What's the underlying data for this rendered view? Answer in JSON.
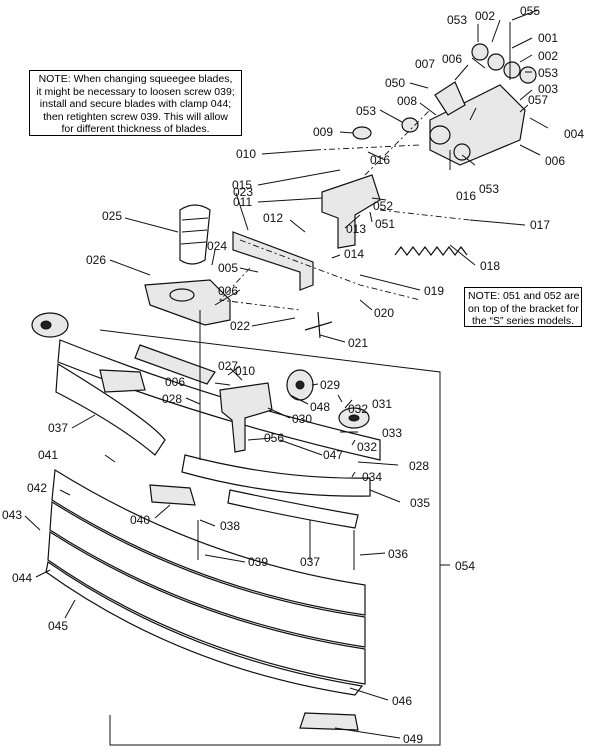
{
  "notes": {
    "main": [
      "NOTE: When changing squeegee blades,",
      "it might be necessary to loosen screw 039;",
      "install and secure blades with clamp 044;",
      "then retighten screw 039. This will allow",
      "for different thickness of blades."
    ],
    "bracket": [
      "NOTE: 051 and 052 are",
      "on top of the bracket for",
      "the “S” series models."
    ]
  },
  "labels": {
    "p001": "001",
    "p002a": "002",
    "p002b": "002",
    "p003": "003",
    "p004": "004",
    "p005": "005",
    "p006a": "006",
    "p006b": "006",
    "p006c": "006",
    "p006d": "006",
    "p007": "007",
    "p008": "008",
    "p009": "009",
    "p010a": "010",
    "p010b": "010",
    "p011": "011",
    "p012": "012",
    "p013": "013",
    "p014": "014",
    "p015": "015",
    "p016a": "016",
    "p016b": "016",
    "p017": "017",
    "p018": "018",
    "p019": "019",
    "p020": "020",
    "p021": "021",
    "p022": "022",
    "p023": "023",
    "p024": "024",
    "p025": "025",
    "p026": "026",
    "p027": "027",
    "p028a": "028",
    "p028b": "028",
    "p029": "029",
    "p030": "030",
    "p031": "031",
    "p032a": "032",
    "p032b": "032",
    "p033": "033",
    "p034": "034",
    "p035": "035",
    "p036": "036",
    "p037a": "037",
    "p037b": "037",
    "p038": "038",
    "p039": "039",
    "p040": "040",
    "p041": "041",
    "p042": "042",
    "p043": "043",
    "p044": "044",
    "p045": "045",
    "p046": "046",
    "p047": "047",
    "p048": "048",
    "p049": "049",
    "p050": "050",
    "p051": "051",
    "p052": "052",
    "p053a": "053",
    "p053b": "053",
    "p053c": "053",
    "p053d": "053",
    "p054": "054",
    "p055": "055",
    "p056": "056",
    "p057": "057"
  }
}
